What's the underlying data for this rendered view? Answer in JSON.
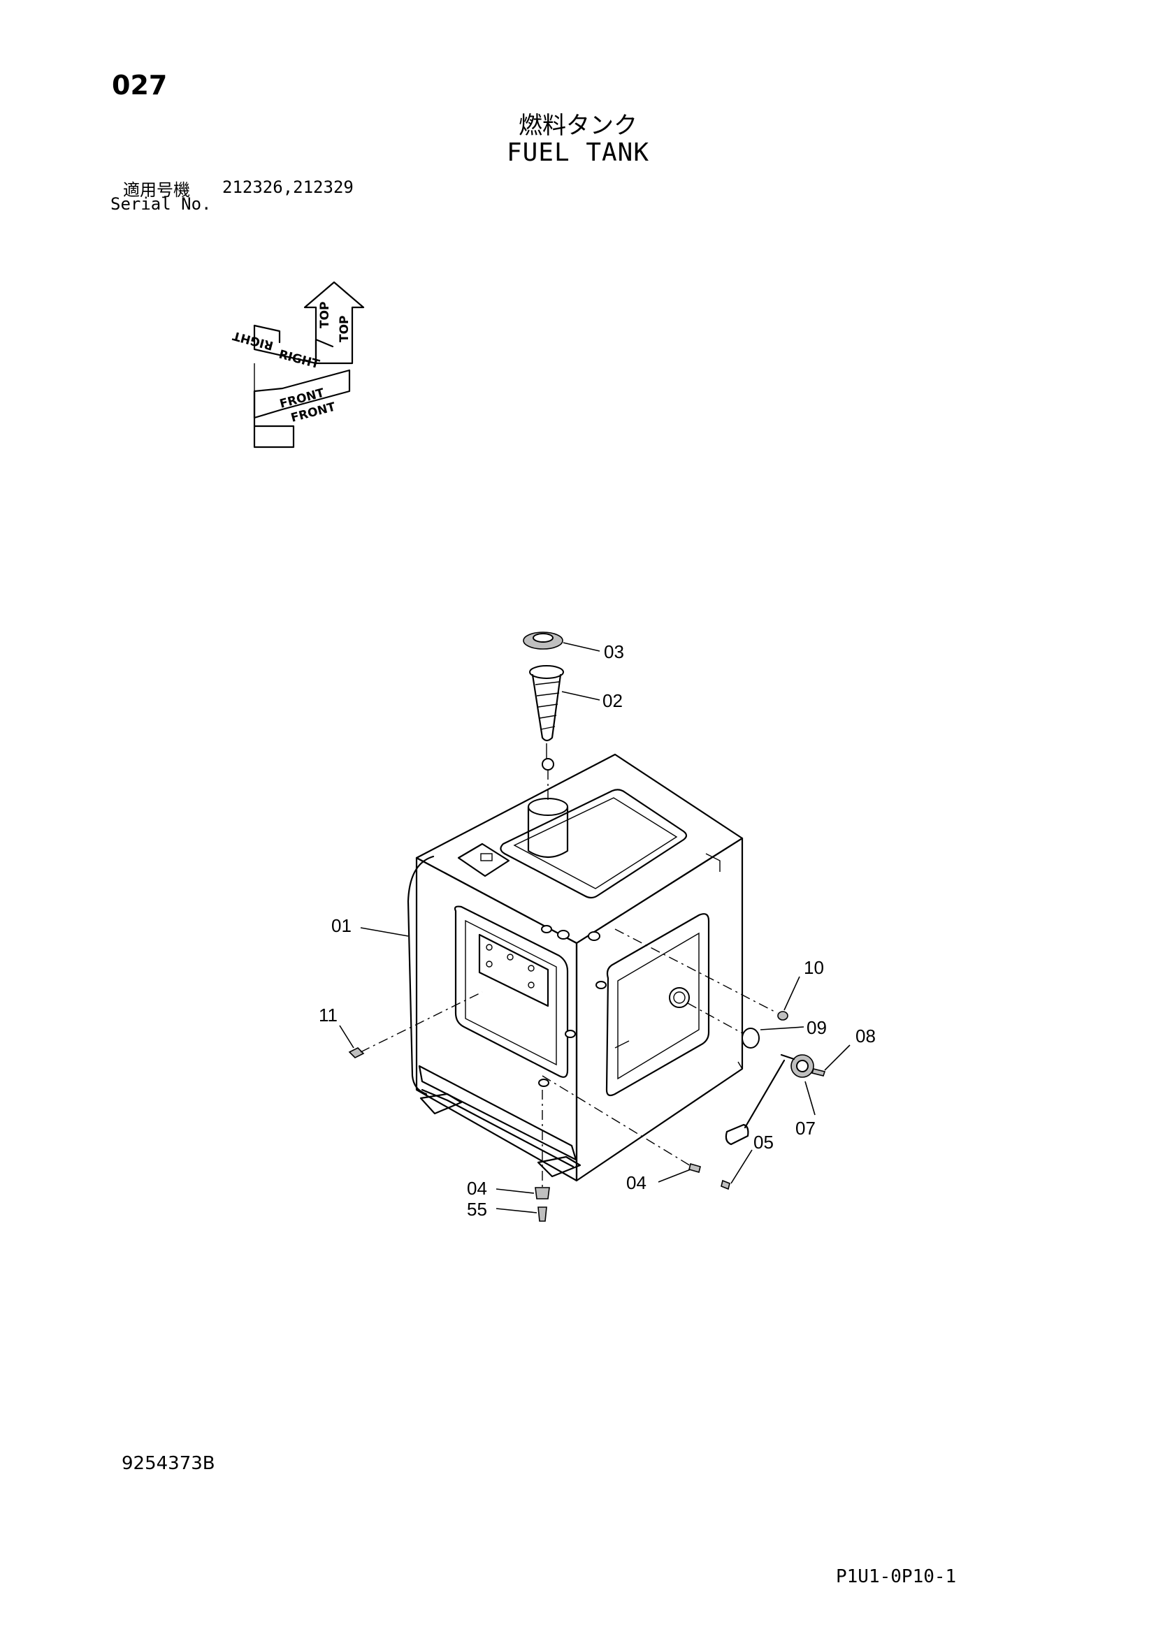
{
  "header": {
    "page_number": "027",
    "title_jp": "燃料タンク",
    "title_en": "FUEL TANK",
    "serial_label_jp": "適用号機",
    "serial_values": "212326,212329",
    "serial_label_en": "Serial No."
  },
  "orientation": {
    "labels": [
      "TOP",
      "TOP",
      "RIGHT",
      "RIGHT",
      "FRONT",
      "FRONT"
    ]
  },
  "callouts": [
    "03",
    "02",
    "01",
    "10",
    "11",
    "09",
    "08",
    "07",
    "05",
    "04",
    "04",
    "55"
  ],
  "footer": {
    "drawing_number": "9254373B",
    "sheet_code": "P1U1-0P10-1"
  }
}
